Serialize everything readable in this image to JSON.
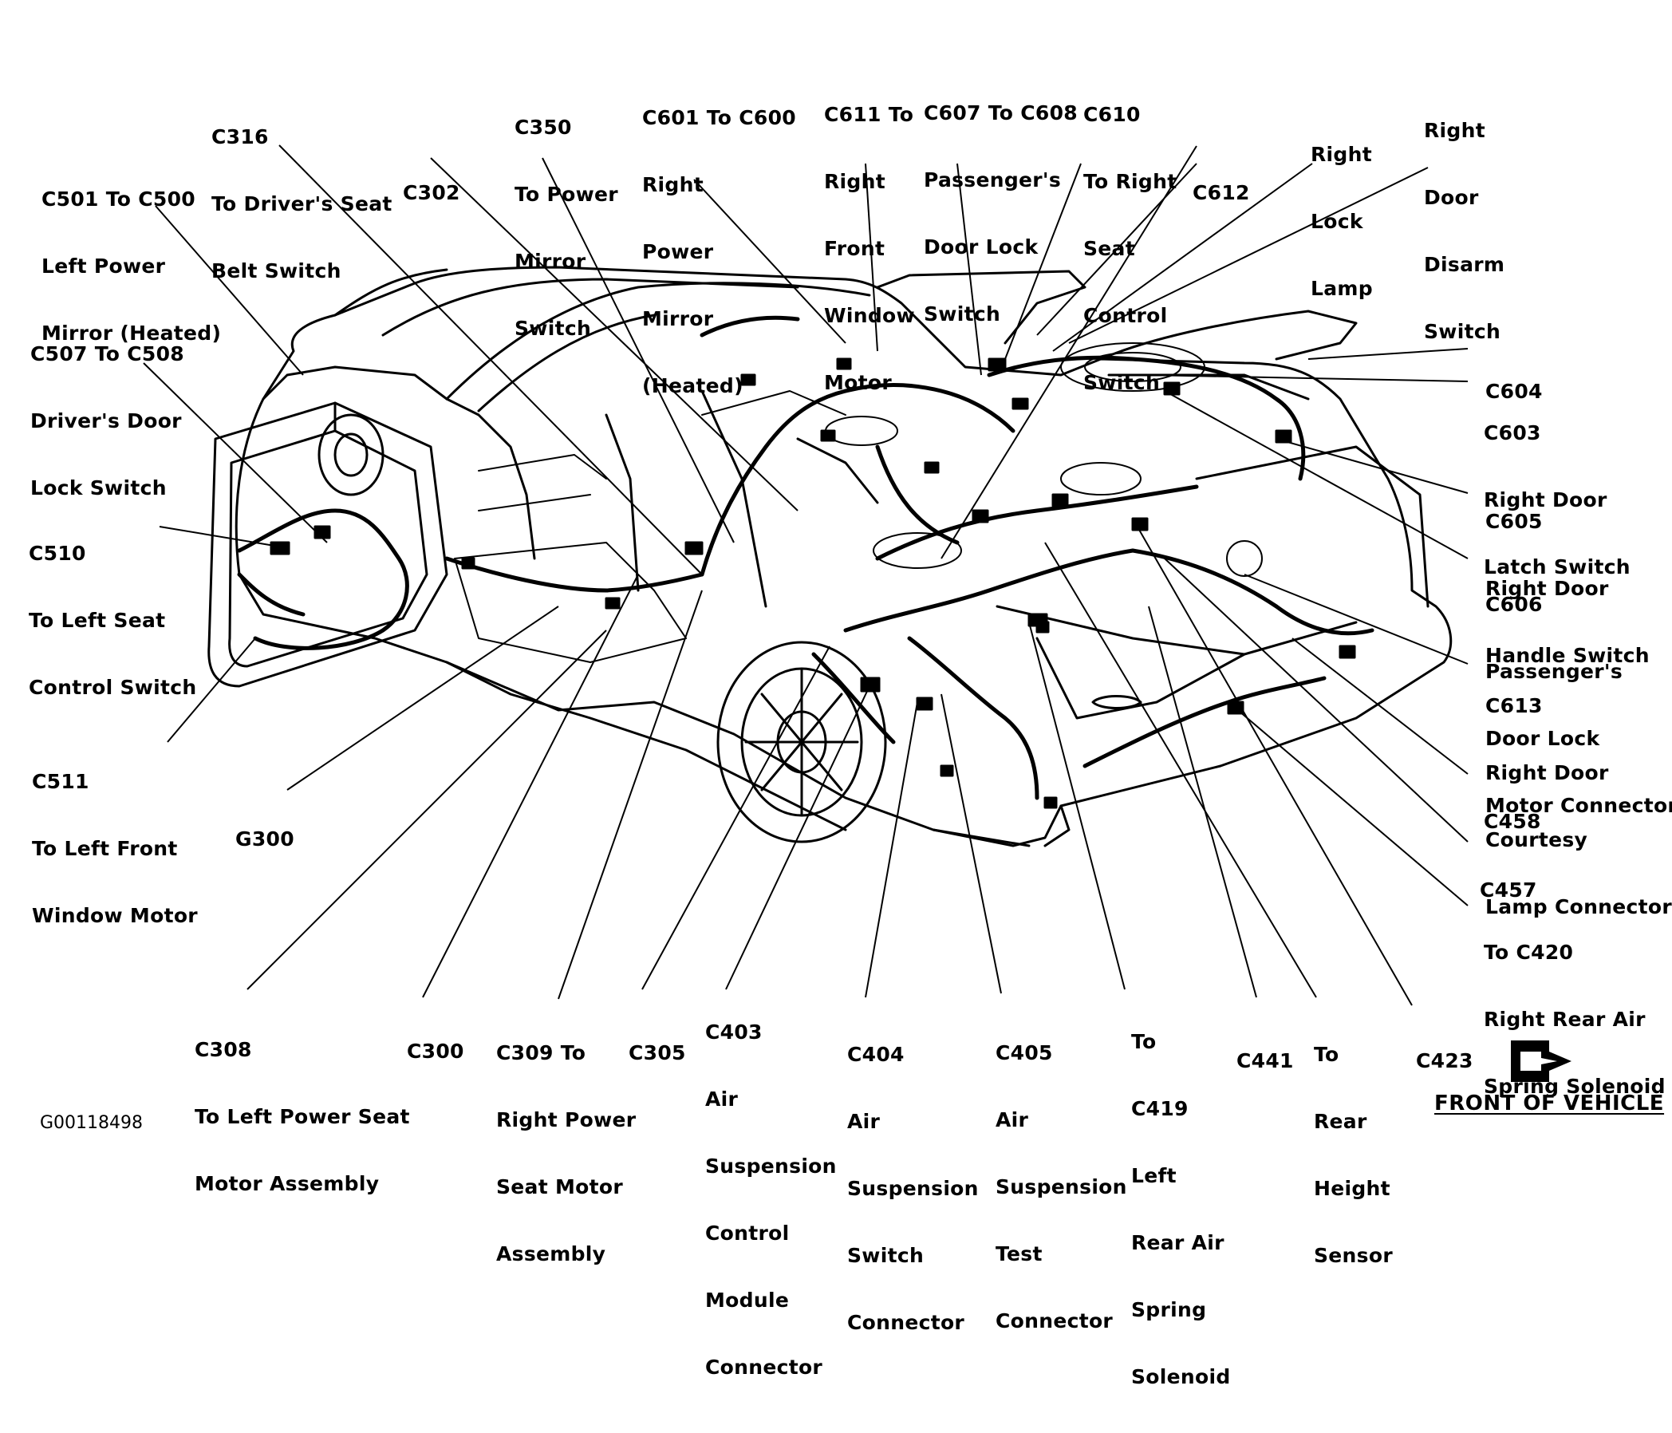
{
  "diagram": {
    "drawing_id": "G00118498",
    "front_label": "FRONT OF VEHICLE",
    "front_icon": "front-direction-arrow-icon",
    "line_color": "#000000",
    "background": "#ffffff",
    "callouts": [
      {
        "id": "c501",
        "lines": [
          "C501 To C500",
          "Left Power",
          "Mirror (Heated)"
        ]
      },
      {
        "id": "c316",
        "lines": [
          "C316",
          "To Driver's Seat",
          "Belt Switch"
        ]
      },
      {
        "id": "c302",
        "lines": [
          "C302"
        ]
      },
      {
        "id": "c350",
        "lines": [
          "C350",
          "To Power",
          "Mirror",
          "Switch"
        ]
      },
      {
        "id": "c601",
        "lines": [
          "C601 To C600",
          "Right",
          "Power",
          "Mirror",
          "(Heated)"
        ]
      },
      {
        "id": "c611",
        "lines": [
          "C611 To",
          "Right",
          "Front",
          "Window",
          "Motor"
        ]
      },
      {
        "id": "c607",
        "lines": [
          "C607 To C608",
          "Passenger's",
          "Door Lock",
          "Switch"
        ]
      },
      {
        "id": "c610",
        "lines": [
          "C610",
          "To Right",
          "Seat",
          "Control",
          "Switch"
        ]
      },
      {
        "id": "c612",
        "lines": [
          "C612"
        ]
      },
      {
        "id": "rll",
        "lines": [
          "Right",
          "Lock",
          "Lamp"
        ]
      },
      {
        "id": "rdds",
        "lines": [
          "Right",
          "Door",
          "Disarm",
          "Switch"
        ]
      },
      {
        "id": "c507",
        "lines": [
          "C507 To C508",
          "Driver's Door",
          "Lock Switch"
        ]
      },
      {
        "id": "c604",
        "lines": [
          "C604"
        ]
      },
      {
        "id": "c603",
        "lines": [
          "C603",
          "Right Door",
          "Latch Switch"
        ]
      },
      {
        "id": "c510",
        "lines": [
          "C510",
          "To Left Seat",
          "Control Switch"
        ]
      },
      {
        "id": "c605",
        "lines": [
          "C605",
          "Right Door",
          "Handle Switch"
        ]
      },
      {
        "id": "c606",
        "lines": [
          "C606",
          "Passenger's",
          "Door Lock",
          "Motor Connector"
        ]
      },
      {
        "id": "c613",
        "lines": [
          "C613",
          "Right Door",
          "Courtesy",
          "Lamp Connector"
        ]
      },
      {
        "id": "c511",
        "lines": [
          "C511",
          "To Left Front",
          "Window Motor"
        ]
      },
      {
        "id": "g300",
        "lines": [
          "G300"
        ]
      },
      {
        "id": "c458",
        "lines": [
          "C458"
        ]
      },
      {
        "id": "c457",
        "lines": [
          "C457"
        ]
      },
      {
        "id": "c420",
        "lines": [
          "To C420",
          "Right Rear Air",
          "Spring Solenoid"
        ]
      },
      {
        "id": "c308",
        "lines": [
          "C308",
          "To Left Power Seat",
          "Motor Assembly"
        ]
      },
      {
        "id": "c300",
        "lines": [
          "C300"
        ]
      },
      {
        "id": "c309",
        "lines": [
          "C309 To",
          "Right Power",
          "Seat Motor",
          "Assembly"
        ]
      },
      {
        "id": "c305",
        "lines": [
          "C305"
        ]
      },
      {
        "id": "c403",
        "lines": [
          "C403",
          "Air",
          "Suspension",
          "Control",
          "Module",
          "Connector"
        ]
      },
      {
        "id": "c404",
        "lines": [
          "C404",
          "Air",
          "Suspension",
          "Switch",
          "Connector"
        ]
      },
      {
        "id": "c405",
        "lines": [
          "C405",
          "Air",
          "Suspension",
          "Test",
          "Connector"
        ]
      },
      {
        "id": "c419",
        "lines": [
          "To",
          "C419",
          "Left",
          "Rear Air",
          "Spring",
          "Solenoid"
        ]
      },
      {
        "id": "c441",
        "lines": [
          "C441"
        ]
      },
      {
        "id": "rhs",
        "lines": [
          "To",
          "Rear",
          "Height",
          "Sensor"
        ]
      },
      {
        "id": "c423",
        "lines": [
          "C423"
        ]
      }
    ]
  }
}
